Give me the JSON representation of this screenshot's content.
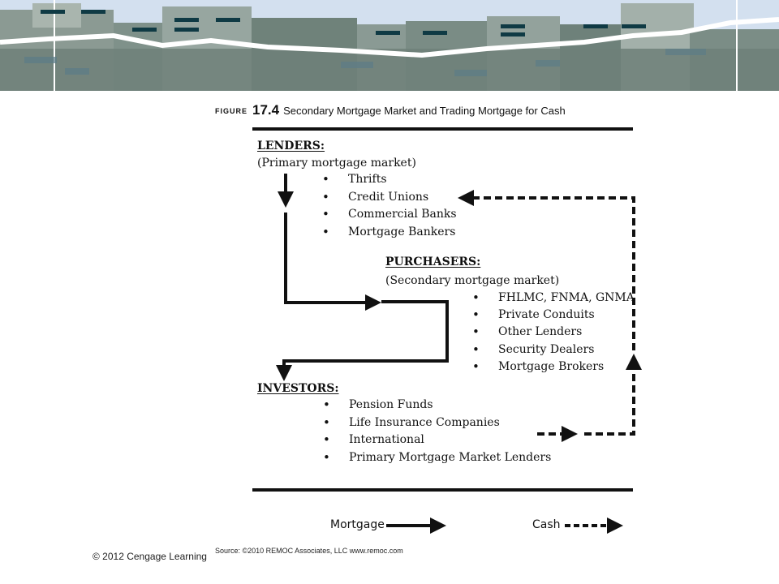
{
  "figure": {
    "label_word": "FIGURE",
    "number": "17.4",
    "title": "Secondary Mortgage Market and Trading Mortgage for Cash"
  },
  "lenders": {
    "heading": "LENDERS:",
    "subheading": "(Primary mortgage market)",
    "items": [
      "Thrifts",
      "Credit Unions",
      "Commercial Banks",
      "Mortgage Bankers"
    ]
  },
  "purchasers": {
    "heading": "PURCHASERS:",
    "subheading": "(Secondary mortgage market)",
    "items": [
      "FHLMC, FNMA, GNMA",
      "Private Conduits",
      "Other Lenders",
      "Security Dealers",
      "Mortgage Brokers"
    ]
  },
  "investors": {
    "heading": "INVESTORS:",
    "items": [
      "Pension Funds",
      "Life Insurance Companies",
      "International",
      "Primary Mortgage Market Lenders"
    ]
  },
  "legend": {
    "mortgage": "Mortgage",
    "cash": "Cash"
  },
  "colors": {
    "ink": "#111111",
    "banner_sky": "#b9cde6",
    "banner_building": "#7d8e86",
    "banner_accent": "#0f3a44"
  },
  "source": "Source: ©2010 REMOC Associates, LLC www.remoc.com",
  "copyright": "© 2012 Cengage Learning"
}
